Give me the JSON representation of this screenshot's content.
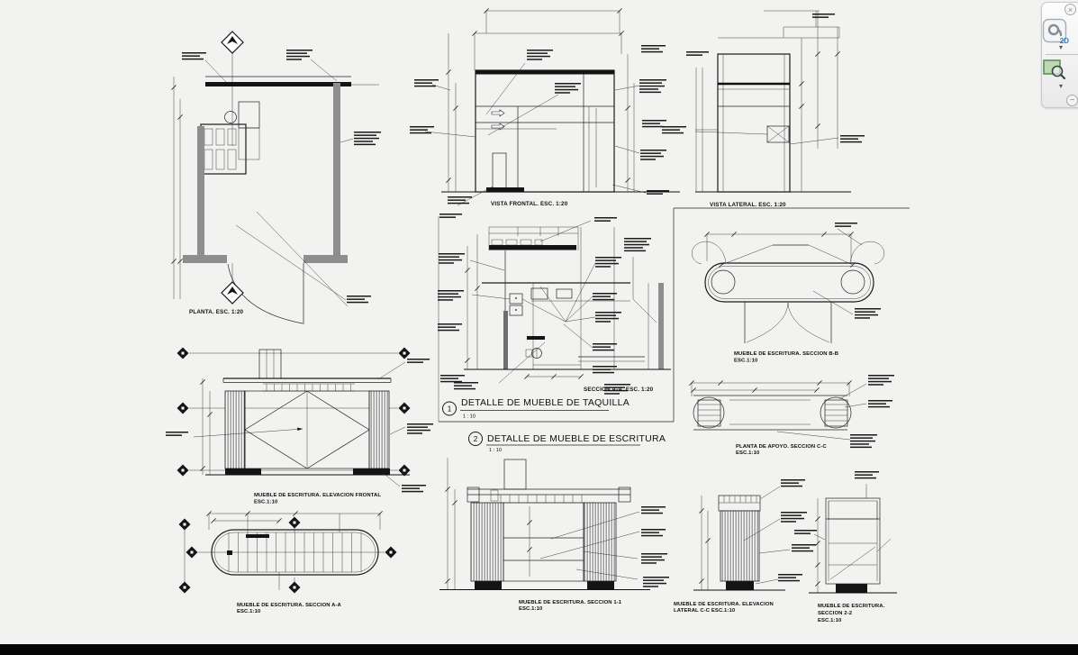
{
  "drawing": {
    "captions": {
      "planta": "PLANTA. ESC. 1:20",
      "vista_frontal": "VISTA FRONTAL. ESC. 1:20",
      "vista_lateral": "VISTA LATERAL. ESC. 1:20",
      "seccion_aa": "SECCION A-A. ESC. 1:20",
      "mueble_bb": [
        "MUEBLE DE ESCRITURA. SECCION B-B",
        "ESC.1:10"
      ],
      "planta_apoyo": [
        "PLANTA DE APOYO. SECCION C-C",
        "ESC.1:10"
      ],
      "elevacion_frontal": [
        "MUEBLE DE ESCRITURA. ELEVACION FRONTAL",
        "ESC.1:10"
      ],
      "seccion_a_a": [
        "MUEBLE DE ESCRITURA. SECCION A-A",
        "ESC.1:10"
      ],
      "seccion_1_1": [
        "MUEBLE DE ESCRITURA. SECCION 1-1",
        "ESC.1:10"
      ],
      "elevacion_lateral": [
        "MUEBLE DE ESCRITURA. ELEVACION",
        "LATERAL C-C  ESC.1:10"
      ],
      "seccion_2_2": [
        "MUEBLE DE ESCRITURA.",
        "SECCION 2-2",
        "ESC.1:10"
      ]
    },
    "callouts": [
      {
        "number": "1",
        "title": "DETALLE DE MUEBLE DE TAQUILLA",
        "scale": "1 : 10"
      },
      {
        "number": "2",
        "title": "DETALLE DE MUEBLE DE ESCRITURA",
        "scale": "1 : 10"
      }
    ]
  },
  "viewer_toolbar": {
    "badge_2d": "2D",
    "close_glyph": "×",
    "dropdown_glyph": "▾",
    "minimize_glyph": "−"
  },
  "colors": {
    "background": "#f2f2f0",
    "ink": "#1f1f1f",
    "gray_fill": "#8e8e8e",
    "toolbar_border": "#c8c8c8",
    "badge_blue": "#3a79b8",
    "zoom_green": "#6f9f6f",
    "bottom_bar": "#000000"
  }
}
